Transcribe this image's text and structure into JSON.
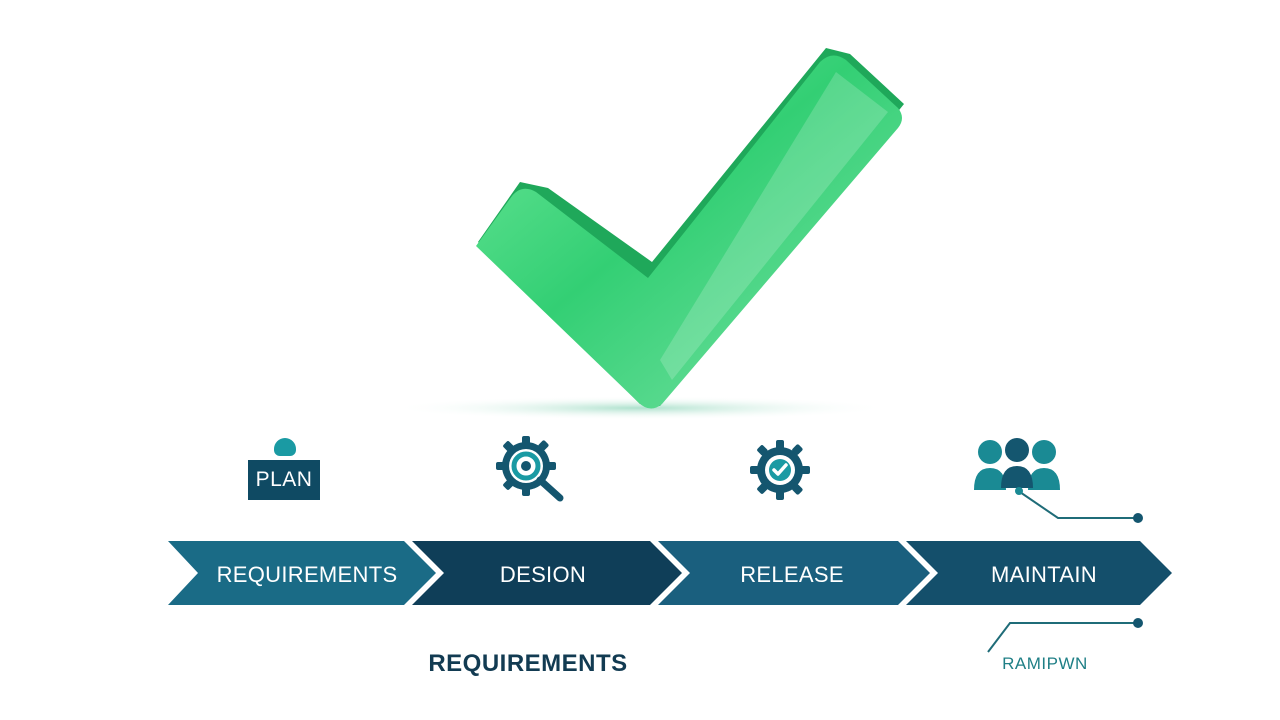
{
  "hero": {
    "icon": "check-mark-icon",
    "color_light": "#5fe08f",
    "color_mid": "#2ecc71",
    "color_dark": "#1fa85a"
  },
  "stage_icons": {
    "plan": {
      "icon": "plan-badge-icon",
      "label": "PLAN"
    },
    "design": {
      "icon": "gear-magnifier-icon"
    },
    "release": {
      "icon": "gear-check-icon"
    },
    "maintain": {
      "icon": "team-people-icon"
    }
  },
  "process": {
    "steps": [
      {
        "label": "REQUIREMENTS",
        "color": "#1a6b86"
      },
      {
        "label": "DESION",
        "color": "#0f3e58"
      },
      {
        "label": "RELEASE",
        "color": "#1a5f7e"
      },
      {
        "label": "MAINTAIN",
        "color": "#144f6b"
      }
    ]
  },
  "captions": {
    "left": "REQUIREMENTS",
    "right": "RAMIPWN"
  },
  "colors": {
    "teal": "#1a9aa3",
    "navy": "#0f4a63",
    "text_dark": "#123b52"
  }
}
